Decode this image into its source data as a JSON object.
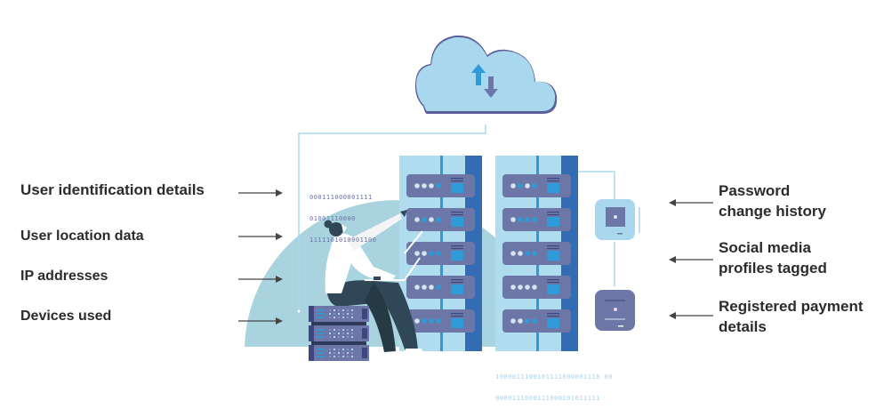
{
  "left_labels": [
    {
      "text": "User identification details"
    },
    {
      "text": "User location data"
    },
    {
      "text": "IP addresses"
    },
    {
      "text": "Devices used"
    }
  ],
  "right_labels": [
    {
      "line1": "Password",
      "line2": "change history"
    },
    {
      "line1": "Social media",
      "line2": "profiles tagged"
    },
    {
      "line1": "Registered payment",
      "line2": "details"
    }
  ],
  "binary_top": [
    "000111000001111",
    "01001110000",
    "1111101010001100"
  ],
  "binary_bottom": [
    "1000011100101111000001110 00",
    "0000111000111000101011111"
  ],
  "colors": {
    "cloud_fill": "#a9d8ee",
    "cloud_edge": "#5b5f9c",
    "rack_light": "#b0dcf0",
    "rack_dark": "#336cb3",
    "server_unit": "#6c77a8",
    "accent_blue": "#2f9ad8",
    "semicircle": "#a8d3df",
    "figure_dark": "#2f4756",
    "text": "#2b2b2b"
  },
  "icons": [
    "cloud-sync-icon",
    "upload-arrow-icon",
    "download-arrow-icon",
    "server-rack-icon",
    "person-with-laptop-icon",
    "device-icon",
    "payment-terminal-icon"
  ]
}
